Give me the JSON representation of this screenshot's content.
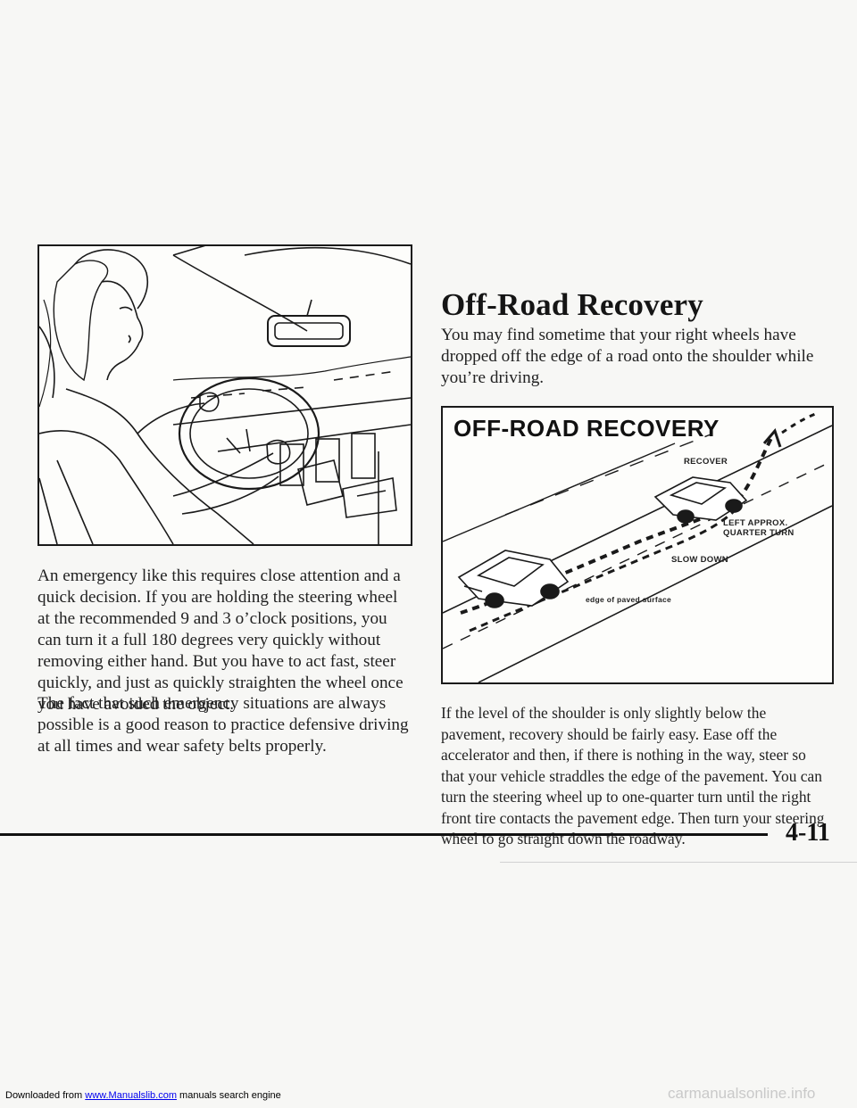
{
  "page": {
    "heading": "Off-Road Recovery",
    "intro": "You may find sometime that your right wheels have dropped off the edge of a road onto the shoulder while you’re driving.",
    "left_paragraphs": [
      "An emergency like this requires close attention and a quick decision. If you are holding the steering wheel at the recommended 9 and 3 o’clock positions, you can turn it a full 180 degrees very quickly without removing either hand. But you have to act fast, steer quickly, and just as quickly straighten the wheel once you have avoided the object.",
      "The fact that such emergency situations are always possible is a good reason to practice defensive driving at all times and wear safety belts properly."
    ],
    "right_paragraph": "If the level of the shoulder is only slightly below the pavement, recovery should be fairly easy. Ease off the accelerator and then, if there is nothing in the way, steer so that your vehicle straddles the edge of the pavement. You can turn the steering wheel up to one-quarter turn until the right front tire contacts the pavement edge. Then turn your steering wheel to go straight down the roadway.",
    "page_number": "4-11"
  },
  "figure": {
    "title": "OFF-ROAD RECOVERY",
    "labels": {
      "recover": "RECOVER",
      "left_turn_line1": "LEFT APPROX.",
      "left_turn_line2": "QUARTER TURN",
      "slow_down": "SLOW DOWN",
      "edge": "edge of paved surface"
    }
  },
  "banner": {
    "prefix": "Downloaded from",
    "link": "www.Manualslib.com",
    "suffix": "manuals search engine"
  },
  "watermark": "carmanualsonline.info"
}
